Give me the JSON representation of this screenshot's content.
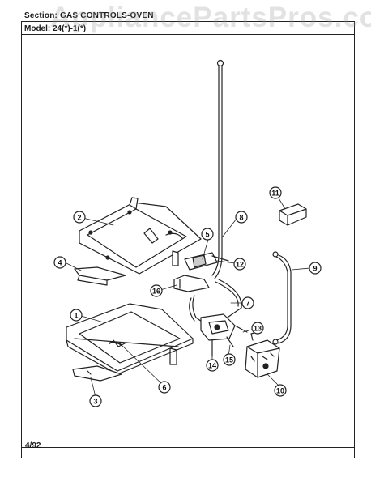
{
  "header": {
    "watermark": "AppliancePartsPros.com",
    "section": "Section: GAS CONTROLS-OVEN",
    "model": "Model: 24(*)-1(*)"
  },
  "footer": {
    "date_code": "4/92"
  },
  "callouts": [
    "1",
    "2",
    "3",
    "4",
    "5",
    "6",
    "7",
    "8",
    "9",
    "10",
    "11",
    "12",
    "13",
    "14",
    "15",
    "16"
  ]
}
